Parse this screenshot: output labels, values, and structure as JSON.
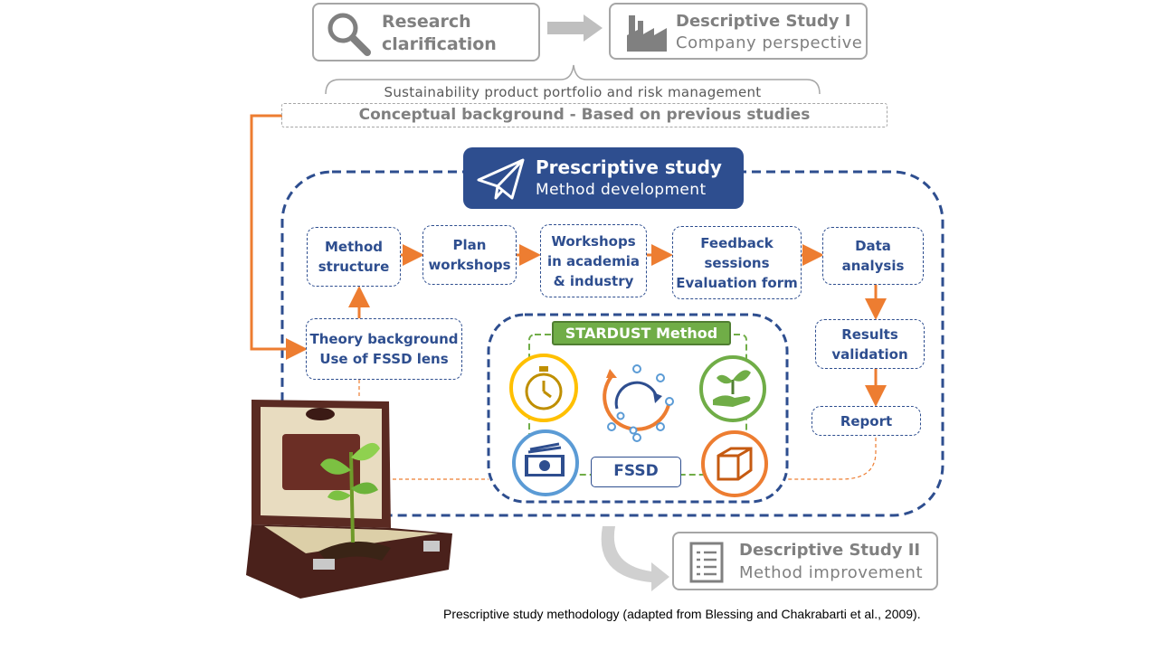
{
  "top": {
    "research": {
      "line1": "Research",
      "line2": "clarification"
    },
    "ds1": {
      "title": "Descriptive Study I",
      "subtitle": "Company perspective"
    },
    "sustainability": "Sustainability product portfolio and risk management",
    "conceptual": "Conceptual background - Based on previous studies"
  },
  "prescriptive": {
    "title": "Prescriptive study",
    "subtitle": "Method development"
  },
  "flow": {
    "method_structure": [
      "Method",
      "structure"
    ],
    "plan_workshops": [
      "Plan",
      "workshops"
    ],
    "workshops": [
      "Workshops",
      "in academia",
      "& industry"
    ],
    "feedback": [
      "Feedback",
      "sessions",
      "Evaluation form"
    ],
    "data_analysis": [
      "Data",
      "analysis"
    ],
    "results_validation": [
      "Results",
      "validation"
    ],
    "report": "Report",
    "theory": [
      "Theory background",
      "Use of FSSD lens"
    ]
  },
  "stardust": {
    "title": "STARDUST Method",
    "fssd": "FSSD"
  },
  "ds2": {
    "title": "Descriptive Study II",
    "subtitle": "Method improvement"
  },
  "caption": "Prescriptive study methodology (adapted from Blessing and Chakrabarti et al., 2009).",
  "colors": {
    "navy": "#2e4e8f",
    "orange": "#ed7d31",
    "grey": "#a6a6a6",
    "green": "#70ad47",
    "yellow": "#ffc000",
    "blue": "#5b9bd5"
  }
}
